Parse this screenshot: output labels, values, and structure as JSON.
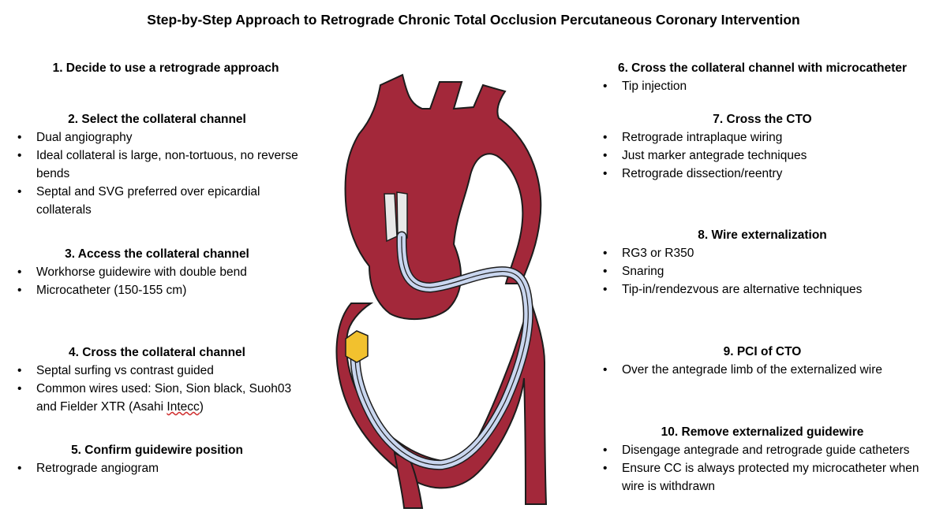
{
  "title": "Step-by-Step Approach to Retrograde Chronic Total Occlusion Percutaneous Coronary Intervention",
  "steps": [
    {
      "heading": "1. Decide to use a retrograde approach",
      "bullets": []
    },
    {
      "heading": "2. Select the collateral channel",
      "bullets": [
        "Dual angiography",
        "Ideal collateral is large, non-tortuous, no reverse bends",
        "Septal and SVG preferred over epicardial collaterals"
      ]
    },
    {
      "heading": "3. Access the collateral channel",
      "bullets": [
        "Workhorse guidewire with double bend",
        "Microcatheter (150-155 cm)"
      ]
    },
    {
      "heading": "4. Cross the collateral channel",
      "bullets": [
        "Septal surfing vs contrast guided",
        "Common wires used: Sion, Sion black, Suoh03 and Fielder XTR (Asahi Intecc)"
      ]
    },
    {
      "heading": "5. Confirm guidewire position",
      "bullets": [
        "Retrograde angiogram"
      ]
    },
    {
      "heading": "6. Cross the collateral channel with microcatheter",
      "bullets": [
        "Tip injection"
      ]
    },
    {
      "heading": "7. Cross the CTO",
      "bullets": [
        "Retrograde intraplaque wiring",
        "Just marker antegrade techniques",
        "Retrograde dissection/reentry"
      ]
    },
    {
      "heading": "8. Wire externalization",
      "bullets": [
        "RG3 or R350",
        "Snaring",
        "Tip-in/rendezvous are alternative techniques"
      ]
    },
    {
      "heading": "9. PCI of CTO",
      "bullets": [
        "Over the antegrade limb of the externalized wire"
      ]
    },
    {
      "heading": "10. Remove externalized guidewire",
      "bullets": [
        "Disengage antegrade and retrograde guide catheters",
        "Ensure CC is always protected my microcatheter when wire is withdrawn"
      ]
    }
  ],
  "colors": {
    "vessel": "#a3283a",
    "outline": "#1c1c1c",
    "catheter": "#c9d6ef",
    "guide_tube": "#e8e8e8",
    "occlusion": "#f2c12e"
  }
}
